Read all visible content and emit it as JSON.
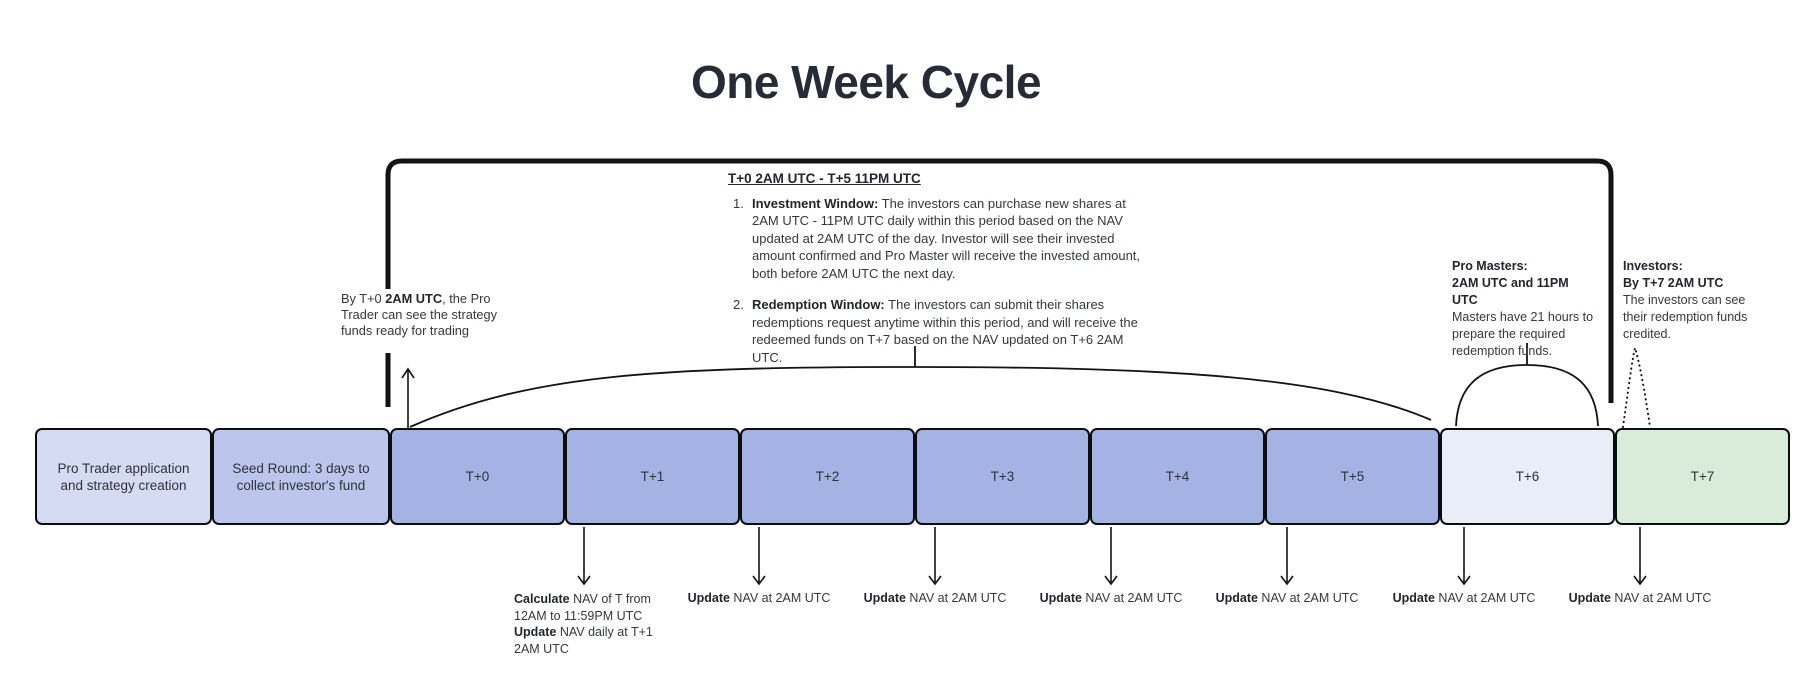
{
  "title": "One Week Cycle",
  "window_annotation": {
    "heading": "T+0 2AM UTC - T+5 11PM UTC",
    "items": [
      {
        "number": "1.",
        "lead": "Investment Window:",
        "text": " The investors can purchase new shares at 2AM UTC - 11PM UTC daily within this period based on the NAV updated at 2AM UTC of the day. Investor will see their invested amount confirmed and Pro Master will receive the invested amount, both before 2AM UTC the next day."
      },
      {
        "number": "2.",
        "lead": "Redemption Window:",
        "text": " The investors can submit their shares redemptions request anytime within this period, and will receive the redeemed funds on T+7 based on the NAV updated on T+6 2AM UTC."
      }
    ]
  },
  "pro_trader_note": {
    "pre": "By T+0 ",
    "bold": "2AM UTC",
    "post": ", the Pro Trader can see the strategy funds ready for trading"
  },
  "pro_masters_note": {
    "title": "Pro Masters:",
    "subtitle": "2AM UTC and 11PM UTC",
    "body": "Masters have 21 hours to prepare the required redemption funds."
  },
  "investors_note": {
    "title": "Investors:",
    "subtitle": "By T+7 2AM UTC",
    "body": "The investors can see their redemption funds credited."
  },
  "timeline": {
    "boxes": [
      {
        "label": "Pro Trader application and strategy creation",
        "fill": "#d6dbf4"
      },
      {
        "label": "Seed Round: 3 days  to collect investor's fund",
        "fill": "#bcc5ec"
      },
      {
        "label": "T+0",
        "fill": "#a4b2e4"
      },
      {
        "label": "T+1",
        "fill": "#a4b2e4"
      },
      {
        "label": "T+2",
        "fill": "#a4b2e4"
      },
      {
        "label": "T+3",
        "fill": "#a4b2e4"
      },
      {
        "label": "T+4",
        "fill": "#a4b2e4"
      },
      {
        "label": "T+5",
        "fill": "#a4b2e4"
      },
      {
        "label": "T+6",
        "fill": "#e9edf8"
      },
      {
        "label": "T+7",
        "fill": "#d8ecd9"
      }
    ]
  },
  "nav_labels": {
    "first": {
      "lines": [
        {
          "b": "Calculate",
          "t": " NAV of T from"
        },
        {
          "b": "",
          "t": "12AM to 11:59PM UTC"
        },
        {
          "b": "Update",
          "t": " NAV daily at T+1"
        },
        {
          "b": "",
          "t": "2AM UTC"
        }
      ]
    },
    "updates": [
      {
        "b": "Update",
        "t": " NAV at 2AM UTC"
      },
      {
        "b": "Update",
        "t": " NAV at 2AM UTC"
      },
      {
        "b": "Update",
        "t": " NAV at 2AM UTC"
      },
      {
        "b": "Update",
        "t": " NAV at 2AM UTC"
      },
      {
        "b": "Update",
        "t": " NAV at 2AM UTC"
      },
      {
        "b": "Update",
        "t": " NAV at 2AM UTC"
      }
    ]
  },
  "colors": {
    "stage1_fill": "#d6dbf4",
    "stage2_fill": "#bcc5ec",
    "active_fill": "#a4b2e4",
    "t6_fill": "#e9edf8",
    "t7_fill": "#d8ecd9",
    "box_border": "#0c0d10",
    "line": "#131313",
    "title_text": "#262b36",
    "body_text": "#34383f"
  }
}
